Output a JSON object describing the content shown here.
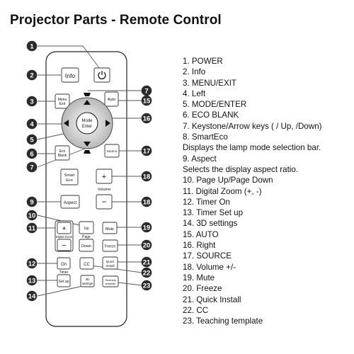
{
  "title": "Projector Parts - Remote Control",
  "remote": {
    "buttons": {
      "power_icon": "power-icon",
      "info": "Info",
      "menu": "Menu",
      "exit": "Exit",
      "auto": "Auto",
      "mode": "Mode",
      "enter": "Enter",
      "eco": "Eco",
      "blank": "Blank",
      "source": "Source",
      "smart": "Smart",
      "eco2": "Eco",
      "plus": "+",
      "volume": "Volume",
      "minus": "−",
      "aspect": "Aspect",
      "zoom_plus": "+",
      "zoom_minus": "−",
      "digital_zoom": "Digital Zoom",
      "up": "Up",
      "page": "Page",
      "down": "Down",
      "mute": "Mute",
      "freeze": "Freeze",
      "on": "On",
      "timer": "Timer",
      "setup": "Set up",
      "cc": "CC",
      "quick": "Quick",
      "install": "Install",
      "settings_3d_a": "3D",
      "settings_3d_b": "settings",
      "teaching_a": "Teaching",
      "teaching_b": "template"
    },
    "callouts": [
      "1",
      "2",
      "3",
      "4",
      "5",
      "6",
      "7",
      "7",
      "15",
      "16",
      "17",
      "18",
      "18",
      "9",
      "10",
      "11",
      "19",
      "20",
      "12",
      "21",
      "22",
      "13",
      "14",
      "23"
    ]
  },
  "legend": [
    "1. POWER",
    "2. Info",
    "3. MENU/EXIT",
    "4. Left",
    "5. MODE/ENTER",
    "6. ECO BLANK",
    "7. Keystone/Arrow keys ( / Up, /Down)",
    "8. SmartEco",
    "Displays the lamp mode selection bar.",
    "9. Aspect",
    "Selects the display aspect ratio.",
    "10. Page Up/Page Down",
    "11. Digital Zoom (+, -)",
    "12. Timer On",
    "13. Timer Set up",
    "14. 3D settings",
    "15. AUTO",
    "16. Right",
    "17. SOURCE",
    "18. Volume +/-",
    "19. Mute",
    "20. Freeze",
    "21. Quick Install",
    "22. CC",
    "23. Teaching template"
  ]
}
